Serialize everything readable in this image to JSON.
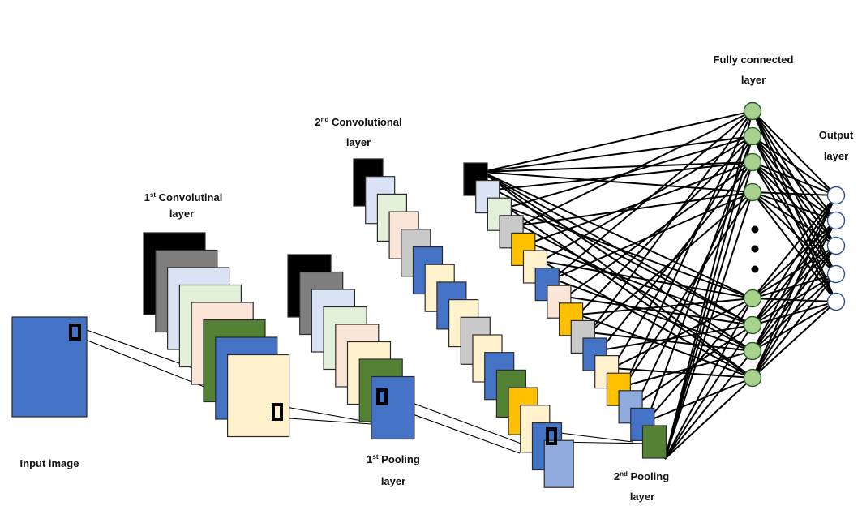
{
  "labels": {
    "input_image": "Input image",
    "conv1": {
      "prefix": "1",
      "sup": "st",
      "title": " Convolutinal",
      "line2": "layer"
    },
    "pool1": {
      "prefix": "1",
      "sup": "st",
      "title": " Pooling",
      "line2": "layer"
    },
    "conv2": {
      "prefix": "2",
      "sup": "nd",
      "title": " Convolutional",
      "line2": "layer"
    },
    "pool2": {
      "prefix": "2",
      "sup": "nd",
      "title": " Pooling",
      "line2": "layer"
    },
    "fully_connected": {
      "line1": "Fully connected",
      "line2": "layer"
    },
    "output": {
      "line1": "Output",
      "line2": "layer"
    }
  },
  "colors": {
    "black": "#000000",
    "gray": "#7f7f7f",
    "light_blue": "#dae3f3",
    "light_green": "#e2f0d9",
    "peach": "#fbe5d6",
    "dark_green": "#548235",
    "blue": "#4472c4",
    "light_yellow": "#fff2cc",
    "light_gray": "#c9c9c9",
    "gold": "#ffc000",
    "mid_blue": "#8faadc",
    "node_green": "#a9d18e",
    "output_node": "#ffffff"
  }
}
